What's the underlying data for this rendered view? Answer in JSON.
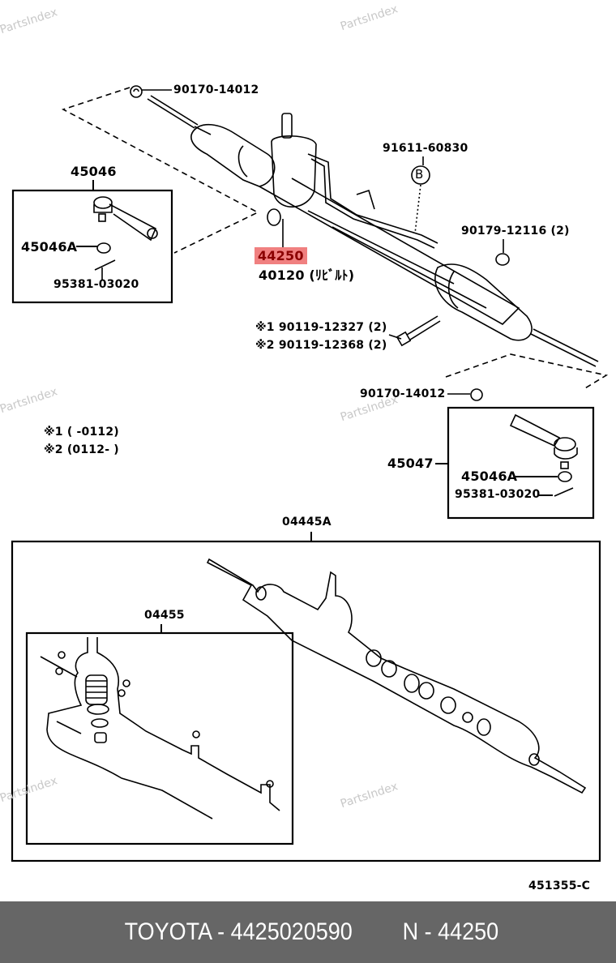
{
  "watermark": "PartsIndex",
  "highlight_color": "#f08080",
  "callouts": {
    "nut_top": "90170-14012",
    "tie_rod_end_lh": "45046",
    "castle_nut_lh": "45046A",
    "cotter_pin_lh": "95381-03020",
    "gear_assy": "44250",
    "rebuilt": "40120 (ﾘﾋﾞﾙﾄ)",
    "union_bolt": "91611-60830",
    "marker_b": "B",
    "clamp_nut": "90179-12116 (2)",
    "bolt_1": "※1 90119-12327 (2)",
    "bolt_2": "※2 90119-12368 (2)",
    "nut_bottom": "90170-14012",
    "tie_rod_end_rh": "45047",
    "castle_nut_rh": "45046A",
    "cotter_pin_rh": "95381-03020",
    "gasket_kit": "04445A",
    "seal_kit": "04455",
    "diagram_code": "451355-C"
  },
  "notes": [
    "※1 (      -0112)",
    "※2 (0112-      )"
  ],
  "footer": {
    "brand_part": "TOYOTA - 4425020590",
    "ref": "N - 44250"
  }
}
